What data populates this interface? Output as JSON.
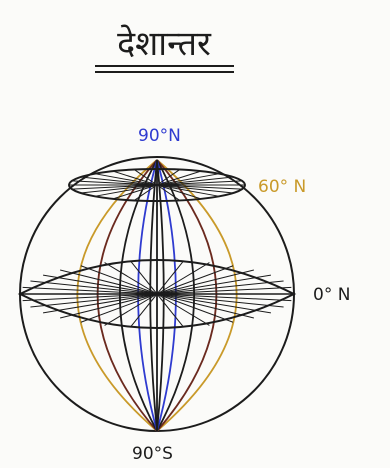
{
  "title": "देशान्तर",
  "labels": {
    "north_pole": "90°N",
    "parallel_60": "60° N",
    "equator": "0° N",
    "south_pole": "90°S"
  },
  "colors": {
    "ink": "#1c1c1c",
    "blue": "#2f3bd0",
    "brown": "#6b2a1f",
    "gold": "#c99a2a"
  }
}
